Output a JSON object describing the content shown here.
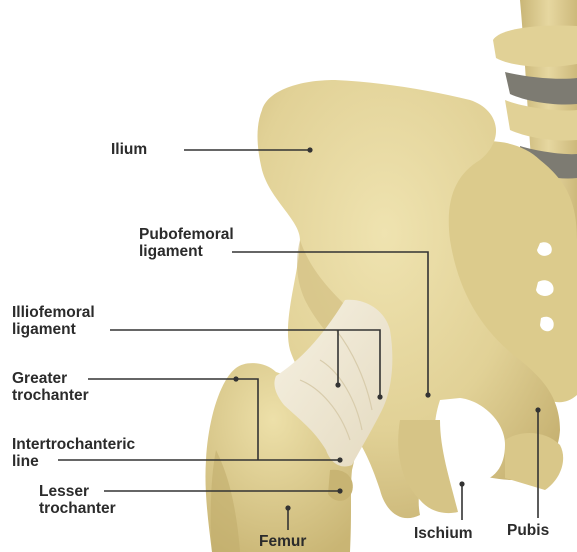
{
  "labels": {
    "ilium": "Ilium",
    "pubofemoral_1": "Pubofemoral",
    "pubofemoral_2": "ligament",
    "iliofemoral_1": "Illiofemoral",
    "iliofemoral_2": "ligament",
    "greater_1": "Greater",
    "greater_2": "trochanter",
    "intertro_1": "Intertrochanteric",
    "intertro_2": "line",
    "lesser_1": "Lesser",
    "lesser_2": "trochanter",
    "femur": "Femur",
    "ischium": "Ischium",
    "pubis": "Pubis"
  },
  "colors": {
    "bone": "#e3d49b",
    "bone_shadow": "#cbb877",
    "bone_dark": "#b59f5c",
    "ligament": "#f1ebd9",
    "disc": "#7d7b72",
    "leader": "#333333",
    "text": "#2b2b2b"
  }
}
